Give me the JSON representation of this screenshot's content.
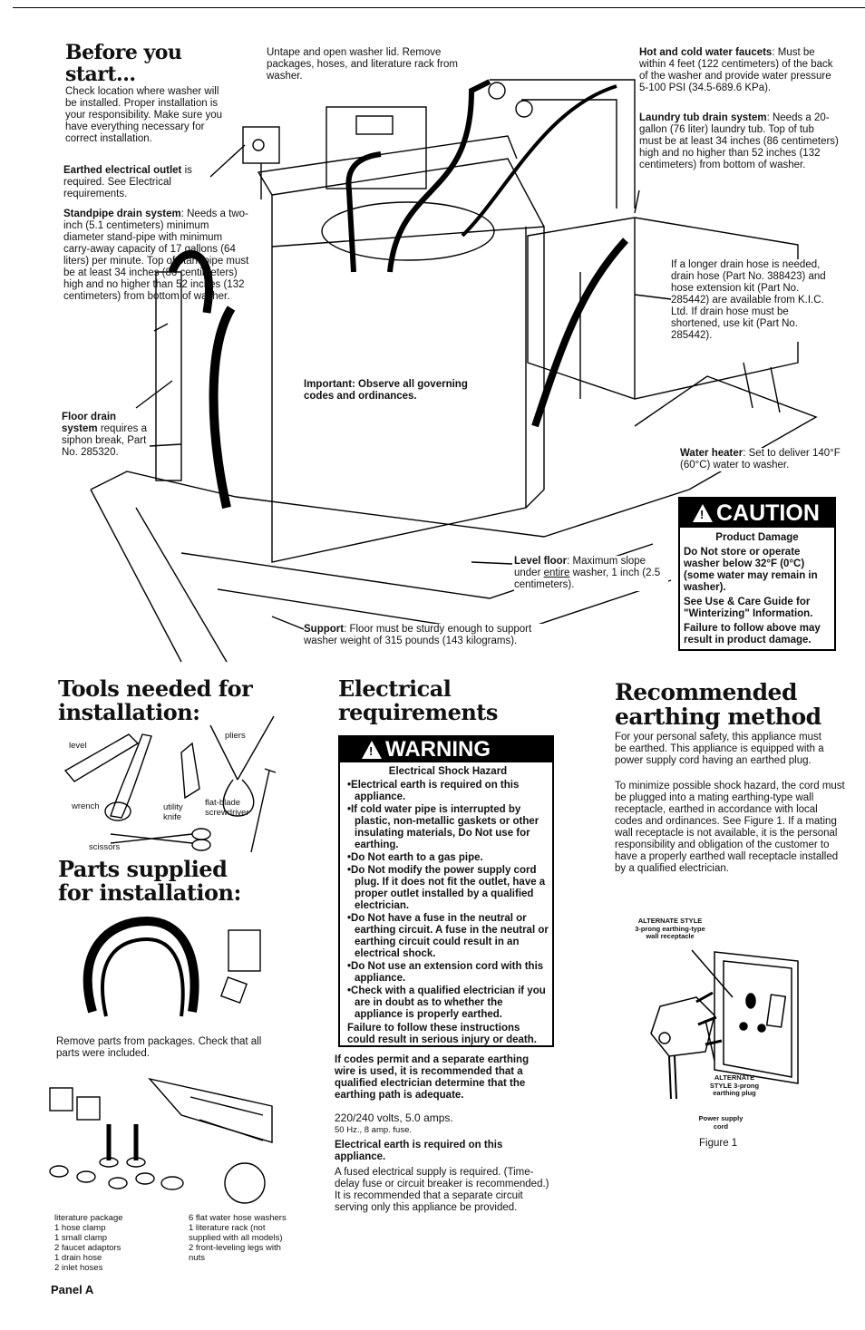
{
  "header": {
    "title": "Before you start...",
    "intro": "Check location where washer will be installed. Proper installation is your responsibility. Make sure you have everything necessary for correct installation."
  },
  "callouts": {
    "untape": "Untape and open washer lid. Remove packages, hoses, and literature rack from washer.",
    "faucets_label": "Hot and cold water faucets",
    "faucets_text": ": Must be within 4 feet (122 centimeters) of the back of the washer and provide water pressure 5-100 PSI (34.5-689.6 KPa).",
    "tub_label": "Laundry tub drain system",
    "tub_text": ": Needs a 20-gallon (76 liter) laundry tub. Top of tub must be at least 34 inches (86 centimeters) high and no higher than 52 inches (132 centimeters) from bottom of washer.",
    "outlet_label": "Earthed electrical outlet",
    "outlet_text": " is required. See Electrical requirements.",
    "standpipe_label": "Standpipe drain system",
    "standpipe_text": ": Needs a two-inch (5.1 centimeters) minimum diameter stand-pipe with minimum carry-away capacity of 17 gallons (64 liters) per minute. Top of standpipe must be at least 34 inches (86 centimeters) high and no higher than 52 inches (132 centimeters) from bottom of washer.",
    "longer_hose": "If a longer drain hose is needed, drain hose (Part No. 388423) and hose extension kit (Part No. 285442) are available from K.I.C. Ltd. If drain hose must be shortened, use kit (Part No. 285442).",
    "important": "Important: Observe all governing codes and ordinances.",
    "floor_drain_label": "Floor drain system",
    "floor_drain_text": " requires a siphon break, Part No. 285320.",
    "water_heater_label": "Water heater",
    "water_heater_text": ": Set to deliver 140°F (60°C) water to washer.",
    "level_floor_label": "Level floor",
    "level_floor_text_a": ": Maximum slope under ",
    "level_floor_entire": "entire",
    "level_floor_text_b": " washer, 1 inch (2.5 centimeters).",
    "support_label": "Support",
    "support_text": ": Floor must be sturdy enough to support washer weight of 315 pounds (143 kilograms)."
  },
  "caution": {
    "title": "CAUTION",
    "subtitle": "Product Damage",
    "p1": "Do Not store or operate washer below 32°F (0°C) (some water may remain in washer).",
    "p2": "See Use & Care Guide for \"Winterizing\" Information.",
    "p3": "Failure to follow above may result in product damage."
  },
  "tools": {
    "title": "Tools needed for installation:",
    "labels": {
      "level": "level",
      "pliers": "pliers",
      "wrench": "wrench",
      "knife": "utility knife",
      "screwdriver": "flat-blade screwdriver",
      "scissors": "scissors"
    }
  },
  "parts": {
    "title": "Parts supplied for installation:",
    "remove": "Remove parts from packages. Check that all parts were included.",
    "list_left": [
      "literature package",
      "1 hose clamp",
      "1 small clamp",
      "2 faucet adaptors",
      "1 drain hose",
      "2 inlet hoses"
    ],
    "list_right": [
      "6 flat water hose washers",
      "1 literature rack (not supplied with all models)",
      "2 front-leveling legs with nuts"
    ]
  },
  "electrical": {
    "title": "Electrical requirements",
    "warning_title": "WARNING",
    "warning_subtitle": "Electrical Shock Hazard",
    "warning_items": [
      "Electrical earth is required on this appliance.",
      "If cold water pipe is interrupted by plastic, non-metallic gaskets or other insulating materials, Do Not use for earthing.",
      "Do Not earth to a gas pipe.",
      "Do Not modify the power supply cord plug. If it does not fit the outlet, have a proper outlet installed by a qualified electrician.",
      "Do Not have a fuse in the neutral or earthing circuit. A fuse in the neutral or earthing circuit could result in an electrical shock.",
      "Do Not use an extension cord with this appliance.",
      "Check with a qualified electrician if you are in doubt as to whether the appliance is properly earthed."
    ],
    "warning_footer": "Failure to follow these instructions could result in serious injury or death.",
    "codes": "If codes permit and a separate earthing wire is used, it is recommended that a qualified electrician determine that the earthing path is adequate.",
    "volts": "220/240 volts, 5.0 amps.",
    "hz": "50 Hz., 8 amp. fuse.",
    "earth_required": "Electrical earth is required on this appliance.",
    "fused": "A fused electrical supply is required. (Time-delay fuse or circuit breaker is recommended.) It is recommended that a separate circuit serving only this appliance be provided."
  },
  "earthing": {
    "title": "Recommended earthing method",
    "p1": "For your personal safety, this appliance must be earthed. This appliance is equipped with a power supply cord having an earthed plug.",
    "p2": "To minimize possible shock hazard, the cord must be plugged into a mating earthing-type wall receptacle, earthed in accordance with local codes and ordinances. See Figure 1. If a mating wall receptacle is not available, it is the personal responsibility and obligation of the customer to have a properly earthed wall receptacle installed by a qualified electrician.",
    "receptacle_label": "ALTERNATE STYLE 3-prong earthing-type wall receptacle",
    "plug_label": "ALTERNATE STYLE 3-prong earthing plug",
    "cord_label": "Power supply cord",
    "figure": "Figure 1"
  },
  "footer": {
    "panel": "Panel A"
  }
}
